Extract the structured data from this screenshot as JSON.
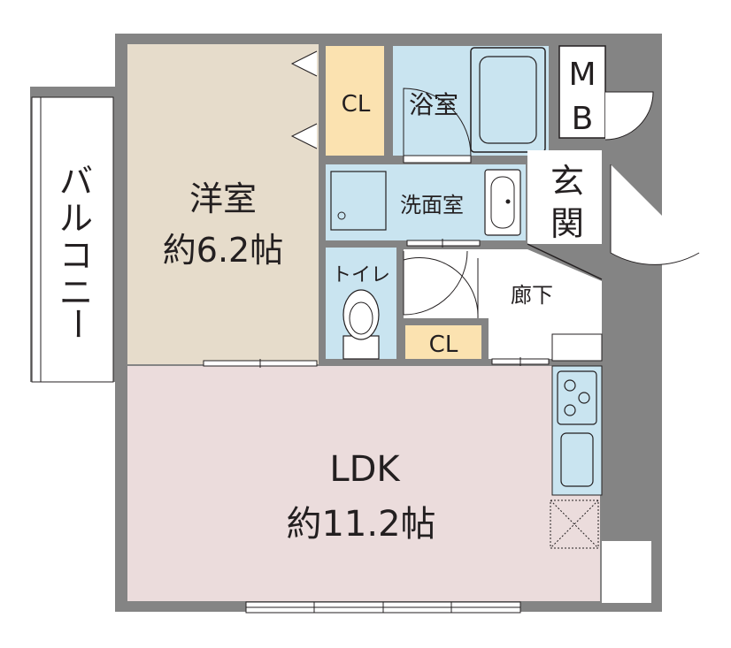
{
  "floorplan": {
    "rooms": {
      "western_room": {
        "name": "洋室",
        "size": "約6.2帖"
      },
      "ldk": {
        "name": "LDK",
        "size": "約11.2帖"
      },
      "closet_upper": {
        "name": "CL"
      },
      "closet_lower": {
        "name": "CL"
      },
      "bathroom": {
        "name": "浴室"
      },
      "washroom": {
        "name": "洗面室"
      },
      "toilet": {
        "name": "トイレ"
      },
      "hallway": {
        "name": "廊下"
      },
      "entrance": {
        "name": "玄関",
        "chars": [
          "玄",
          "関"
        ]
      },
      "meter_box": {
        "name": "MB",
        "chars": [
          "M",
          "B"
        ]
      },
      "balcony": {
        "name": "バルコニー",
        "chars": [
          "バ",
          "ル",
          "コ",
          "ニ",
          "ー"
        ]
      }
    },
    "colors": {
      "wall": "#848484",
      "western_room": "#e6dccb",
      "ldk": "#ebdcdc",
      "closet": "#fbe2b0",
      "wet_area": "#c9e4f0",
      "floor_plain": "#ffffff",
      "line": "#231f20"
    }
  }
}
